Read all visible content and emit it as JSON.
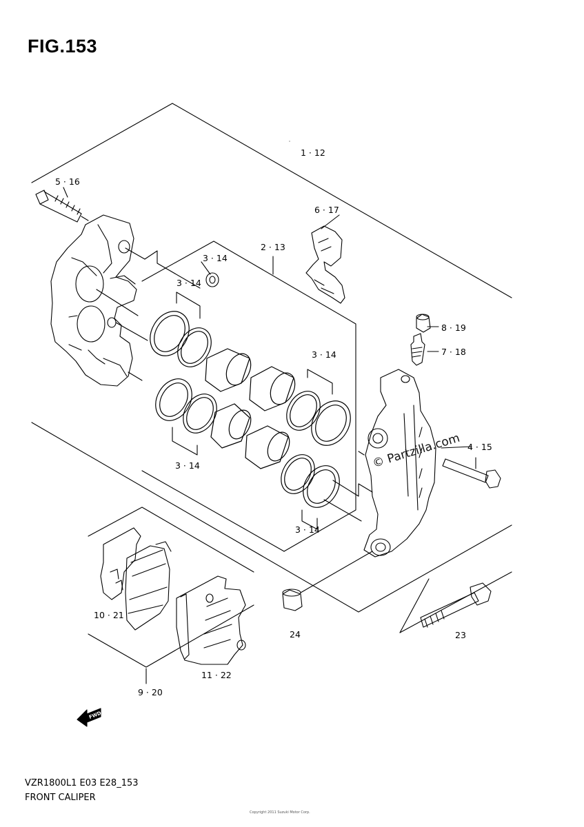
{
  "figure_title": "FIG.153",
  "callouts": [
    {
      "id": "c-1-12",
      "label": "1 · 12"
    },
    {
      "id": "c-5-16",
      "label": "5 · 16"
    },
    {
      "id": "c-6-17",
      "label": "6 · 17"
    },
    {
      "id": "c-2-13",
      "label": "2 · 13"
    },
    {
      "id": "c-3-14-a",
      "label": "3 · 14"
    },
    {
      "id": "c-3-14-b",
      "label": "3 · 14"
    },
    {
      "id": "c-3-14-c",
      "label": "3 · 14"
    },
    {
      "id": "c-3-14-d",
      "label": "3 · 14"
    },
    {
      "id": "c-3-14-e",
      "label": "3 · 14"
    },
    {
      "id": "c-8-19",
      "label": "8 · 19"
    },
    {
      "id": "c-7-18",
      "label": "7 · 18"
    },
    {
      "id": "c-4-15",
      "label": "4 · 15"
    },
    {
      "id": "c-10-21",
      "label": "10 · 21"
    },
    {
      "id": "c-11-22",
      "label": "11 · 22"
    },
    {
      "id": "c-9-20",
      "label": "9 · 20"
    },
    {
      "id": "c-24",
      "label": "24"
    },
    {
      "id": "c-23",
      "label": "23"
    }
  ],
  "front_arrow_label": "FWD",
  "watermark": "© Partzilla.com",
  "footer": {
    "model_code": "VZR1800L1 E03 E28_153",
    "section_name": "FRONT CALIPER",
    "small_print": "Copyright 2011 Suzuki Motor Corp."
  }
}
